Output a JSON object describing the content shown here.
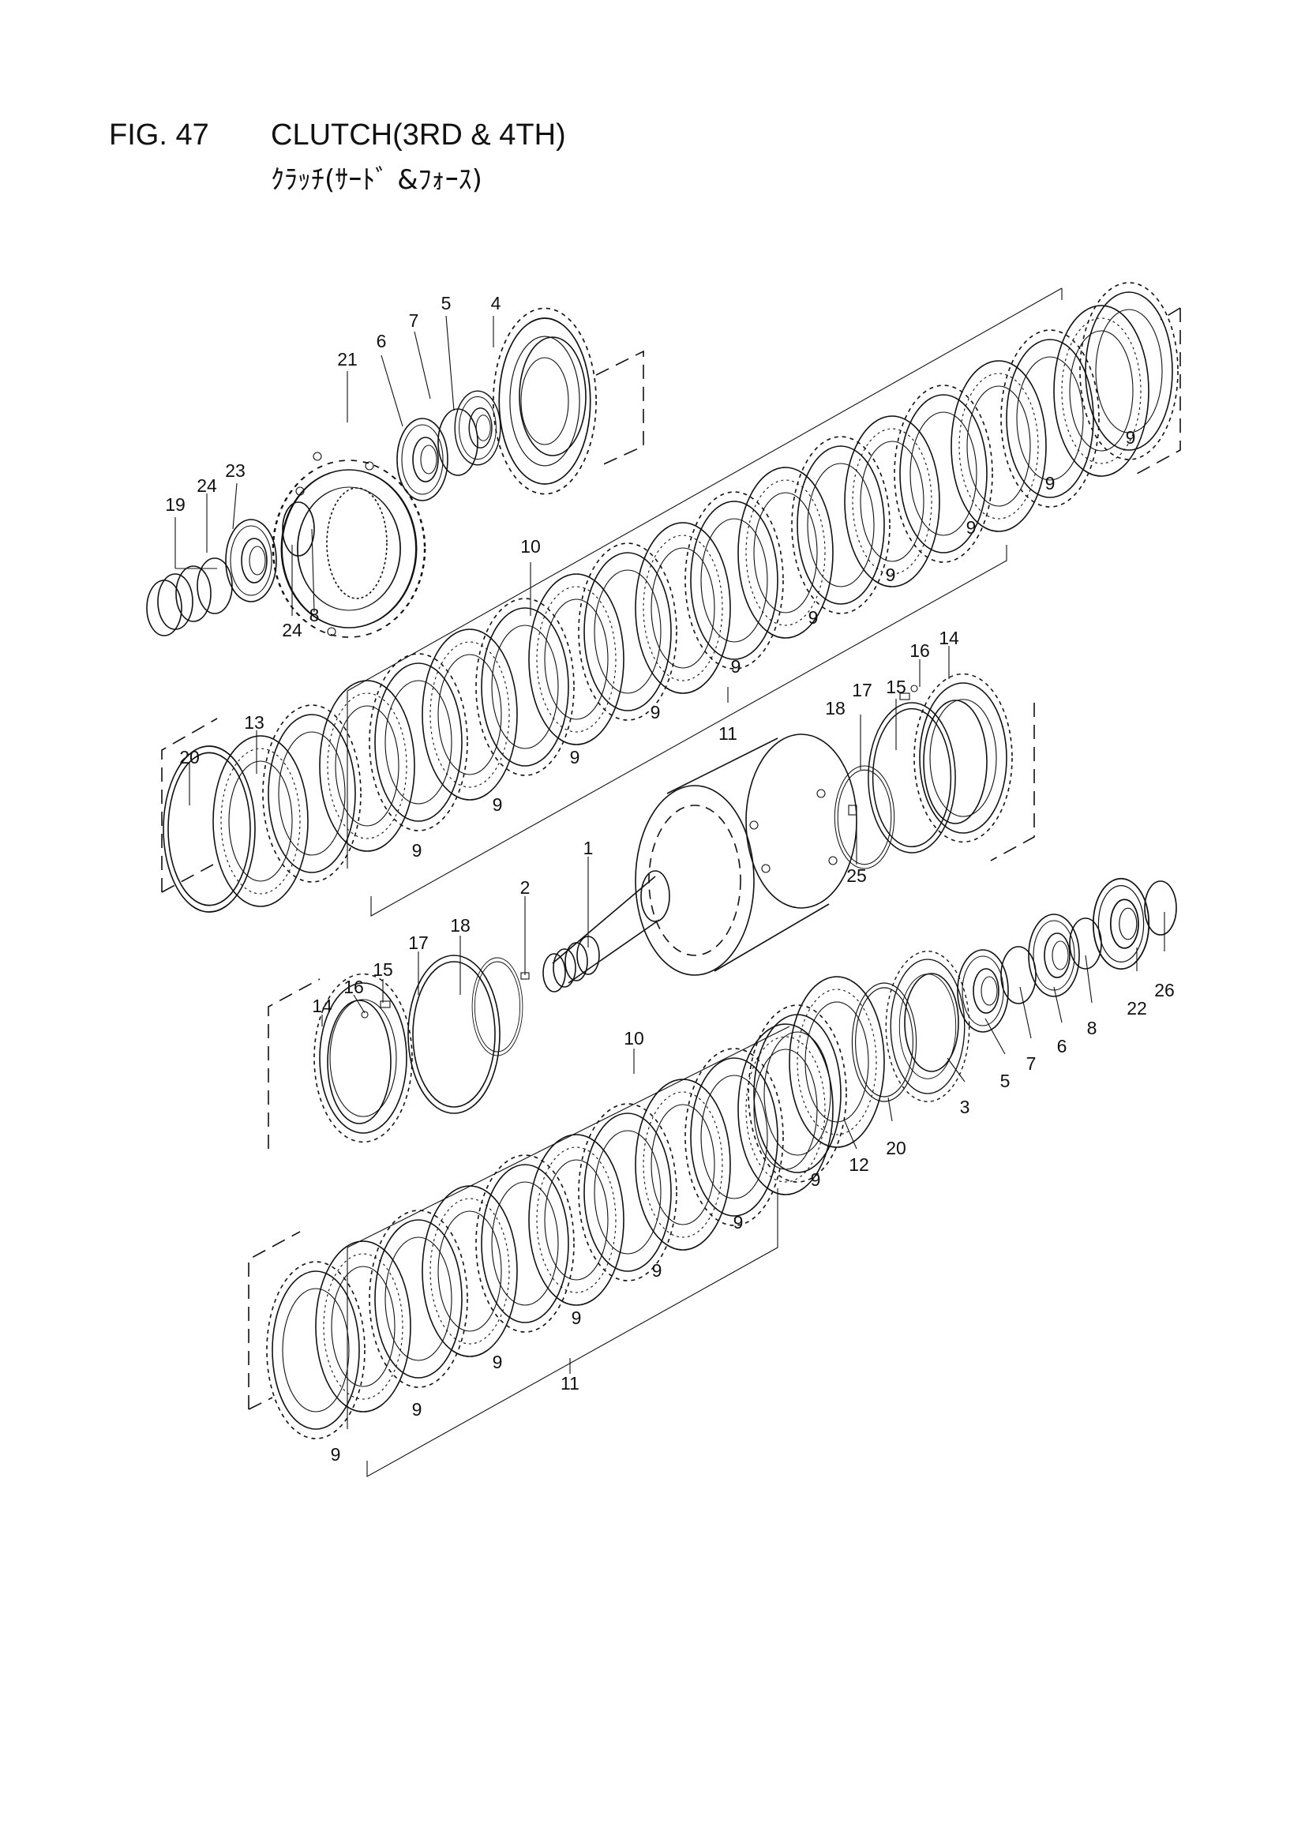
{
  "figure": {
    "number": "FIG. 47",
    "title": "CLUTCH(3RD & 4TH)",
    "subtitle": "ｸﾗｯﾁ(ｻｰﾄﾞ &ﾌｫｰｽ)"
  },
  "callouts": [
    {
      "id": "c-4",
      "text": "4"
    },
    {
      "id": "c-5",
      "text": "5"
    },
    {
      "id": "c-7",
      "text": "7"
    },
    {
      "id": "c-6",
      "text": "6"
    },
    {
      "id": "c-21",
      "text": "21"
    },
    {
      "id": "c-23",
      "text": "23"
    },
    {
      "id": "c-24a",
      "text": "24"
    },
    {
      "id": "c-19",
      "text": "19"
    },
    {
      "id": "c-24b",
      "text": "24"
    },
    {
      "id": "c-8a",
      "text": "8"
    },
    {
      "id": "c-10a",
      "text": "10"
    },
    {
      "id": "c-9a",
      "text": "9"
    },
    {
      "id": "c-9b",
      "text": "9"
    },
    {
      "id": "c-9c",
      "text": "9"
    },
    {
      "id": "c-9d",
      "text": "9"
    },
    {
      "id": "c-9e",
      "text": "9"
    },
    {
      "id": "c-9f",
      "text": "9"
    },
    {
      "id": "c-9g",
      "text": "9"
    },
    {
      "id": "c-9h",
      "text": "9"
    },
    {
      "id": "c-9i",
      "text": "9"
    },
    {
      "id": "c-9j",
      "text": "9"
    },
    {
      "id": "c-11a",
      "text": "11"
    },
    {
      "id": "c-13",
      "text": "13"
    },
    {
      "id": "c-20a",
      "text": "20"
    },
    {
      "id": "c-16a",
      "text": "16"
    },
    {
      "id": "c-14a",
      "text": "14"
    },
    {
      "id": "c-15a",
      "text": "15"
    },
    {
      "id": "c-17a",
      "text": "17"
    },
    {
      "id": "c-18a",
      "text": "18"
    },
    {
      "id": "c-25",
      "text": "25"
    },
    {
      "id": "c-1",
      "text": "1"
    },
    {
      "id": "c-2",
      "text": "2"
    },
    {
      "id": "c-18b",
      "text": "18"
    },
    {
      "id": "c-17b",
      "text": "17"
    },
    {
      "id": "c-16b",
      "text": "16"
    },
    {
      "id": "c-15b",
      "text": "15"
    },
    {
      "id": "c-14b",
      "text": "14"
    },
    {
      "id": "c-26",
      "text": "26"
    },
    {
      "id": "c-22",
      "text": "22"
    },
    {
      "id": "c-8b",
      "text": "8"
    },
    {
      "id": "c-6b",
      "text": "6"
    },
    {
      "id": "c-7b",
      "text": "7"
    },
    {
      "id": "c-5b",
      "text": "5"
    },
    {
      "id": "c-3",
      "text": "3"
    },
    {
      "id": "c-20b",
      "text": "20"
    },
    {
      "id": "c-12",
      "text": "12"
    },
    {
      "id": "c-10b",
      "text": "10"
    },
    {
      "id": "c-9k",
      "text": "9"
    },
    {
      "id": "c-9l",
      "text": "9"
    },
    {
      "id": "c-9m",
      "text": "9"
    },
    {
      "id": "c-9n",
      "text": "9"
    },
    {
      "id": "c-9o",
      "text": "9"
    },
    {
      "id": "c-9p",
      "text": "9"
    },
    {
      "id": "c-9q",
      "text": "9"
    },
    {
      "id": "c-11b",
      "text": "11"
    }
  ]
}
